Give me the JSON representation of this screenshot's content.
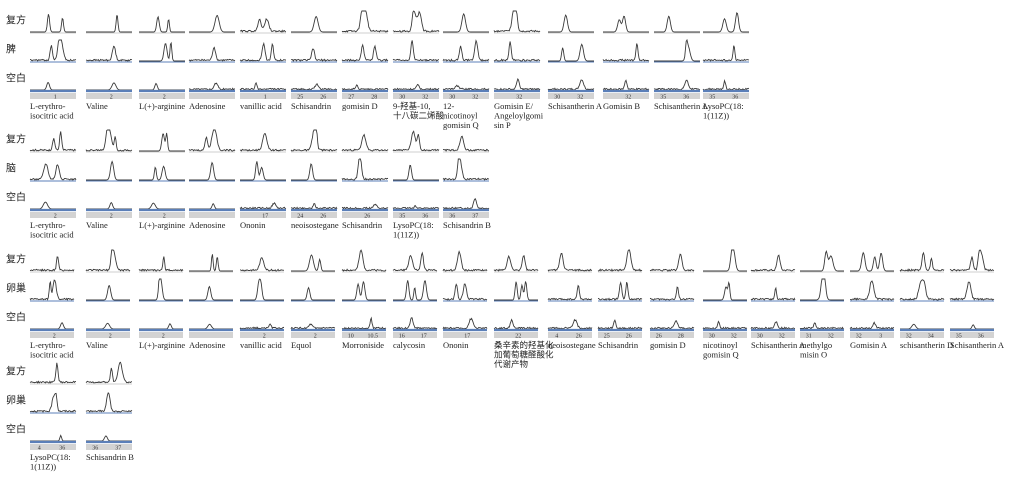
{
  "row_labels": {
    "compound": "复方",
    "spleen": "脾",
    "brain": "脑",
    "ovary": "卵巢",
    "blank": "空白"
  },
  "colors": {
    "trace": "#3a3a3a",
    "baseline_blue": "#5b7fb8",
    "axis_gray": "#d3d3d3"
  },
  "panels": [
    {
      "tissue_key": "spleen",
      "columns": [
        {
          "name": "L-erythro-\nisocitric acid",
          "ticks": [
            "1"
          ]
        },
        {
          "name": "Valine",
          "ticks": [
            "2"
          ]
        },
        {
          "name": "L(+)-arginine",
          "ticks": [
            "2"
          ]
        },
        {
          "name": "Adenosine",
          "ticks": []
        },
        {
          "name": "vanillic acid",
          "ticks": [
            "1"
          ]
        },
        {
          "name": "Schisandrin",
          "ticks": [
            "25",
            "26"
          ]
        },
        {
          "name": "gomisin D",
          "ticks": [
            "27",
            "28"
          ]
        },
        {
          "name": "9-羟基-10,\n十八碳二烯酸",
          "ticks": [
            "30",
            "32"
          ]
        },
        {
          "name": "12-\nnicotinoyl\ngomisin Q",
          "ticks": [
            "30",
            "32"
          ]
        },
        {
          "name": "Gomisin E/\nAngeloylgomi\nsin P",
          "ticks": [
            "32"
          ]
        },
        {
          "name": "Schisantherin A",
          "ticks": [
            "30",
            "32"
          ]
        },
        {
          "name": "Gomisin B",
          "ticks": [
            "32"
          ]
        },
        {
          "name": "Schisantherin A",
          "ticks": [
            "35",
            "36"
          ]
        },
        {
          "name": "LysoPC(18:\n1(11Z))",
          "ticks": [
            "35",
            "36"
          ]
        }
      ]
    },
    {
      "tissue_key": "brain",
      "columns": [
        {
          "name": "L-erythro-\nisocitric acid",
          "ticks": [
            "2"
          ]
        },
        {
          "name": "Valine",
          "ticks": [
            "2"
          ]
        },
        {
          "name": "L(+)-arginine",
          "ticks": [
            "2"
          ]
        },
        {
          "name": "Adenosine",
          "ticks": []
        },
        {
          "name": "Ononin",
          "ticks": [
            "17"
          ]
        },
        {
          "name": "neoisostegane",
          "ticks": [
            "24",
            "26"
          ]
        },
        {
          "name": "Schisandrin",
          "ticks": [
            "26"
          ]
        },
        {
          "name": "LysoPC(18:\n1(11Z))",
          "ticks": [
            "35",
            "36"
          ]
        },
        {
          "name": "Schisandrin B",
          "ticks": [
            "36",
            "37"
          ]
        }
      ]
    },
    {
      "tissue_key": "ovary",
      "columns": [
        {
          "name": "L-erythro-\nisocitric acid",
          "ticks": [
            "2"
          ]
        },
        {
          "name": "Valine",
          "ticks": [
            "2"
          ]
        },
        {
          "name": "L(+)-arginine",
          "ticks": [
            "2"
          ]
        },
        {
          "name": "Adenosine",
          "ticks": []
        },
        {
          "name": "vanillic acid",
          "ticks": [
            "2"
          ]
        },
        {
          "name": "Equol",
          "ticks": [
            "2"
          ]
        },
        {
          "name": "Morroniside",
          "ticks": [
            "10",
            "10.5"
          ]
        },
        {
          "name": "calycosin",
          "ticks": [
            "16",
            "17"
          ]
        },
        {
          "name": "Ononin",
          "ticks": [
            "17"
          ]
        },
        {
          "name": "桑辛素的羟基化\n加葡萄糖醛酸化\n代谢产物",
          "ticks": [
            "22"
          ]
        },
        {
          "name": "neoisostegane",
          "ticks": [
            "4",
            "26"
          ]
        },
        {
          "name": "Schisandrin",
          "ticks": [
            "25",
            "26"
          ]
        },
        {
          "name": "gomisin D",
          "ticks": [
            "26",
            "28"
          ]
        },
        {
          "name": "nicotinoyl\ngomisin Q",
          "ticks": [
            "30",
            "32"
          ]
        },
        {
          "name": "Schisantherin A",
          "ticks": [
            "30",
            "32"
          ]
        },
        {
          "name": "methylgo\nmisin O",
          "ticks": [
            "31",
            "32"
          ]
        },
        {
          "name": "Gomisin A",
          "ticks": [
            "32",
            "3"
          ]
        },
        {
          "name": "schisantherin D",
          "ticks": [
            "32",
            "34"
          ]
        },
        {
          "name": "Schisantherin A",
          "ticks": [
            "35",
            "36"
          ]
        }
      ]
    },
    {
      "tissue_key": "ovary",
      "columns": [
        {
          "name": "LysoPC(18:\n1(11Z))",
          "ticks": [
            "4",
            "36"
          ]
        },
        {
          "name": "Schisandrin B",
          "ticks": [
            "36",
            "37"
          ]
        }
      ]
    }
  ]
}
